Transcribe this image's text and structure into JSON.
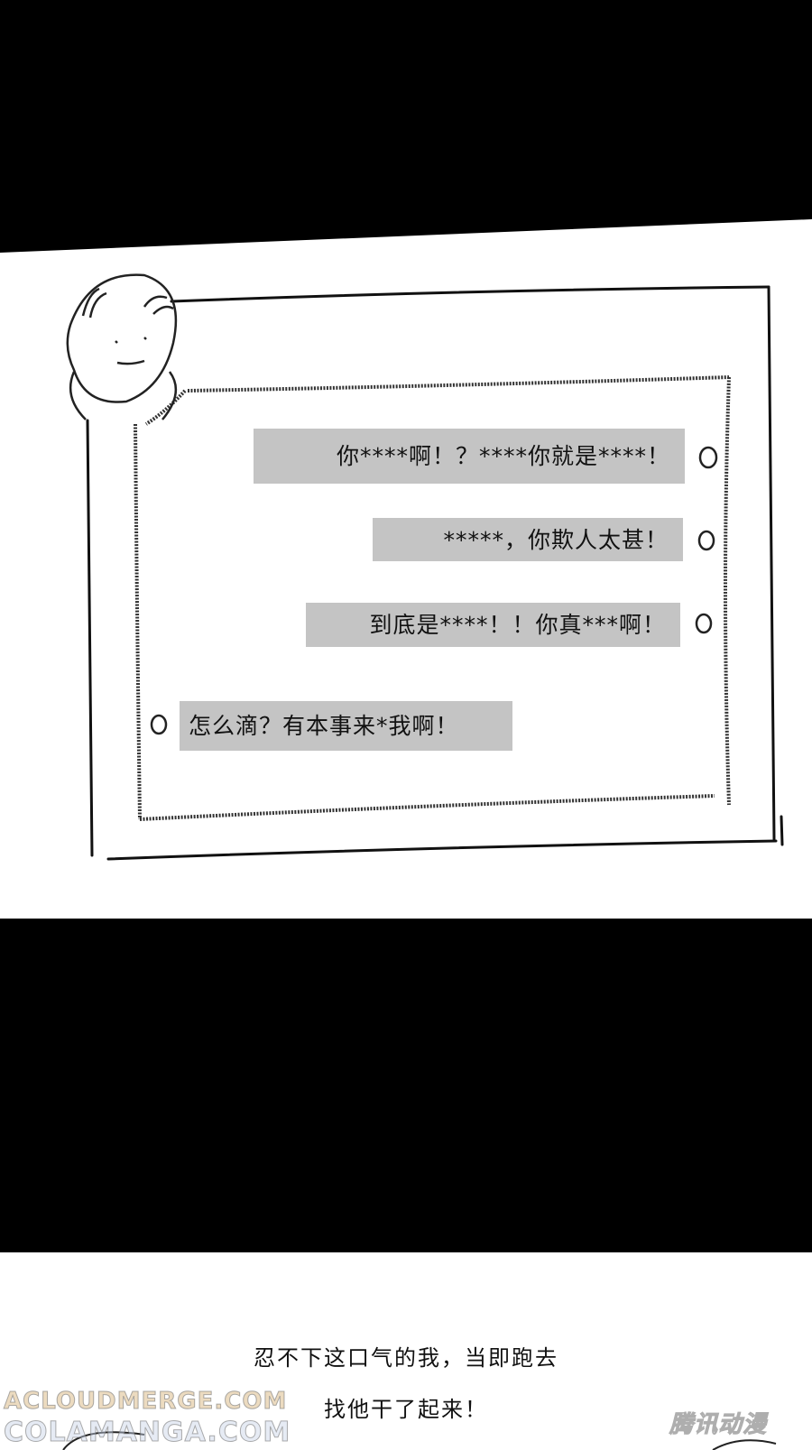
{
  "messages": [
    {
      "text": "你****啊！？****你就是****！"
    },
    {
      "text": "*****，你欺人太甚！"
    },
    {
      "text": "到底是****！！你真***啊！"
    },
    {
      "text": "怎么滴？有本事来*我啊！"
    }
  ],
  "caption": {
    "line1": "忍不下这口气的我，当即跑去",
    "line2": "找他干了起来！"
  },
  "watermarks": {
    "site1": "ACLOUDMERGE.COM",
    "site2": "COLAMANGA.COM",
    "brand": "腾讯动漫"
  },
  "colors": {
    "bubble": "#c4c4c4",
    "panel_dark": "#000000"
  }
}
